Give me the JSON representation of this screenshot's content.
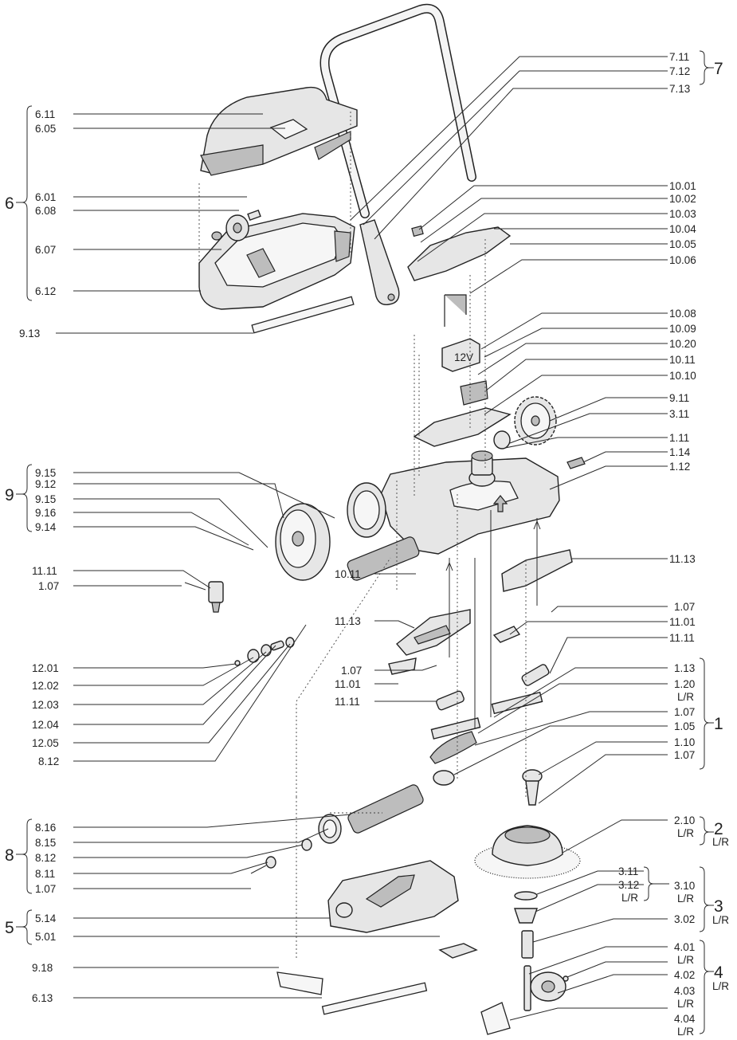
{
  "labels": {
    "6_11": "6.11",
    "6_05": "6.05",
    "6_01": "6.01",
    "6_08": "6.08",
    "6_07": "6.07",
    "6_12": "6.12",
    "9_13": "9.13",
    "9_15a": "9.15",
    "9_12": "9.12",
    "9_15b": "9.15",
    "9_16": "9.16",
    "9_14": "9.14",
    "11_11a": "11.11",
    "1_07a": "1.07",
    "12_01": "12.01",
    "12_02": "12.02",
    "12_03": "12.03",
    "12_04": "12.04",
    "12_05": "12.05",
    "8_12a": "8.12",
    "8_16": "8.16",
    "8_15": "8.15",
    "8_12b": "8.12",
    "8_11": "8.11",
    "1_07b": "1.07",
    "5_14": "5.14",
    "5_01": "5.01",
    "9_18": "9.18",
    "6_13": "6.13",
    "10_11a": "10.11",
    "11_13a": "11.13",
    "1_07c": "1.07",
    "11_01a": "11.01",
    "11_11b": "11.11",
    "7_11": "7.11",
    "7_12": "7.12",
    "7_13": "7.13",
    "10_01": "10.01",
    "10_02": "10.02",
    "10_03": "10.03",
    "10_04": "10.04",
    "10_05": "10.05",
    "10_06": "10.06",
    "10_08": "10.08",
    "10_09": "10.09",
    "10_20": "10.20",
    "10_11b": "10.11",
    "10_10": "10.10",
    "9_11": "9.11",
    "3_11a": "3.11",
    "1_11": "1.11",
    "1_14": "1.14",
    "1_12": "1.12",
    "11_13b": "11.13",
    "1_07d": "1.07",
    "11_01b": "11.01",
    "11_11c": "11.11",
    "1_13": "1.13",
    "1_20": "1.20",
    "1_20_lr": "L/R",
    "1_07e": "1.07",
    "1_05": "1.05",
    "1_10": "1.10",
    "1_07f": "1.07",
    "2_10": "2.10",
    "2_10_lr": "L/R",
    "3_11b": "3.11",
    "3_12": "3.12",
    "3_12_lr": "L/R",
    "3_10": "3.10",
    "3_10_lr": "L/R",
    "3_02": "3.02",
    "4_01": "4.01",
    "4_01_lr": "L/R",
    "4_02": "4.02",
    "4_03": "4.03",
    "4_03_lr": "L/R",
    "4_04": "4.04",
    "4_04_lr": "L/R"
  },
  "groups": {
    "g6": "6",
    "g9": "9",
    "g8": "8",
    "g5": "5",
    "g7": "7",
    "g1": "1",
    "g2": "2",
    "g2_lr": "L/R",
    "g3": "3",
    "g3_lr": "L/R",
    "g4": "4",
    "g4_lr": "L/R"
  },
  "battery_text": "12V"
}
